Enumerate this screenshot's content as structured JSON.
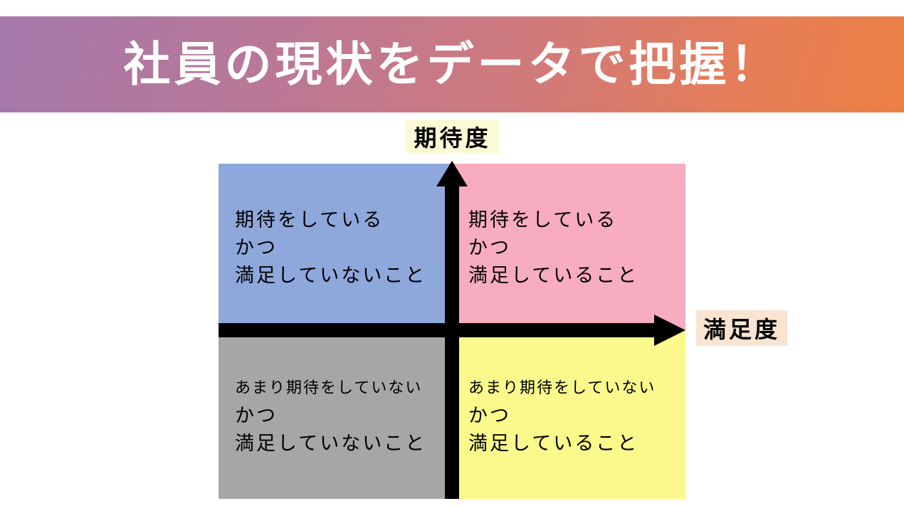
{
  "header": {
    "title": "社員の現状をデータで把握！",
    "text_color": "#ffffff",
    "gradient_left": "#a478ab",
    "gradient_mid": "#d07a7c",
    "gradient_right": "#ec8044"
  },
  "matrix": {
    "y_axis": {
      "label": "期待度",
      "label_bg": "#fafad7"
    },
    "x_axis": {
      "label": "満足度",
      "label_bg": "#f9e4d2"
    },
    "axis_color": "#000000",
    "quadrants": [
      {
        "position": "top-left",
        "bg": "#8fa8dc",
        "lines": [
          "期待をしている",
          "かつ",
          "満足していないこと"
        ]
      },
      {
        "position": "top-right",
        "bg": "#f8acc0",
        "lines": [
          "期待をしている",
          "かつ",
          "満足していること"
        ]
      },
      {
        "position": "bottom-left",
        "bg": "#a6a6a6",
        "lines": [
          "あまり期待をしていない",
          "かつ",
          "満足していないこと"
        ]
      },
      {
        "position": "bottom-right",
        "bg": "#fbf98b",
        "lines": [
          "あまり期待をしていない",
          "かつ",
          "満足していること"
        ]
      }
    ]
  }
}
